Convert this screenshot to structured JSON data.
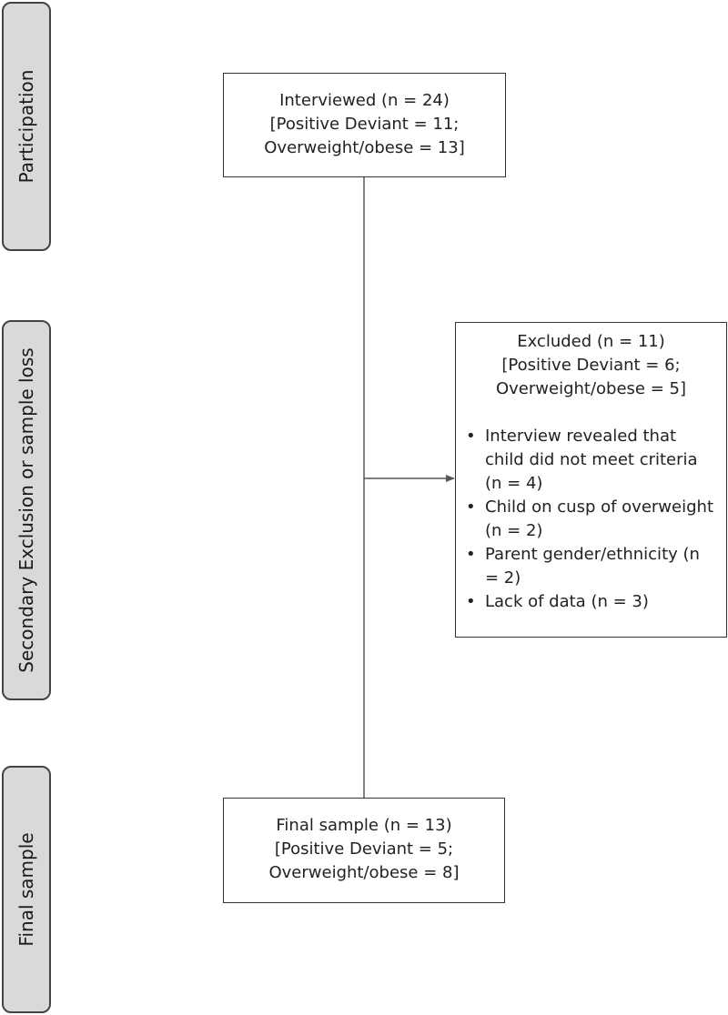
{
  "stages": {
    "participation": "Participation",
    "secondary": "Secondary Exclusion or sample loss",
    "final": "Final sample"
  },
  "interviewed": {
    "line1": "Interviewed (n = 24)",
    "line2": "[Positive Deviant = 11;",
    "line3": "Overweight/obese = 13]"
  },
  "excluded": {
    "line1": "Excluded (n = 11)",
    "line2": "[Positive Deviant = 6;",
    "line3": "Overweight/obese = 5]",
    "reasons": [
      "Interview revealed that child did not meet criteria (n = 4)",
      "Child on cusp of overweight (n = 2)",
      "Parent gender/ethnicity (n = 2)",
      "Lack of data (n = 3)"
    ]
  },
  "final_sample": {
    "line1": "Final sample (n = 13)",
    "line2": "[Positive Deviant = 5;",
    "line3": "Overweight/obese = 8]"
  },
  "colors": {
    "stage_fill": "#d9d9d9",
    "border": "#333333",
    "line": "#555555"
  }
}
